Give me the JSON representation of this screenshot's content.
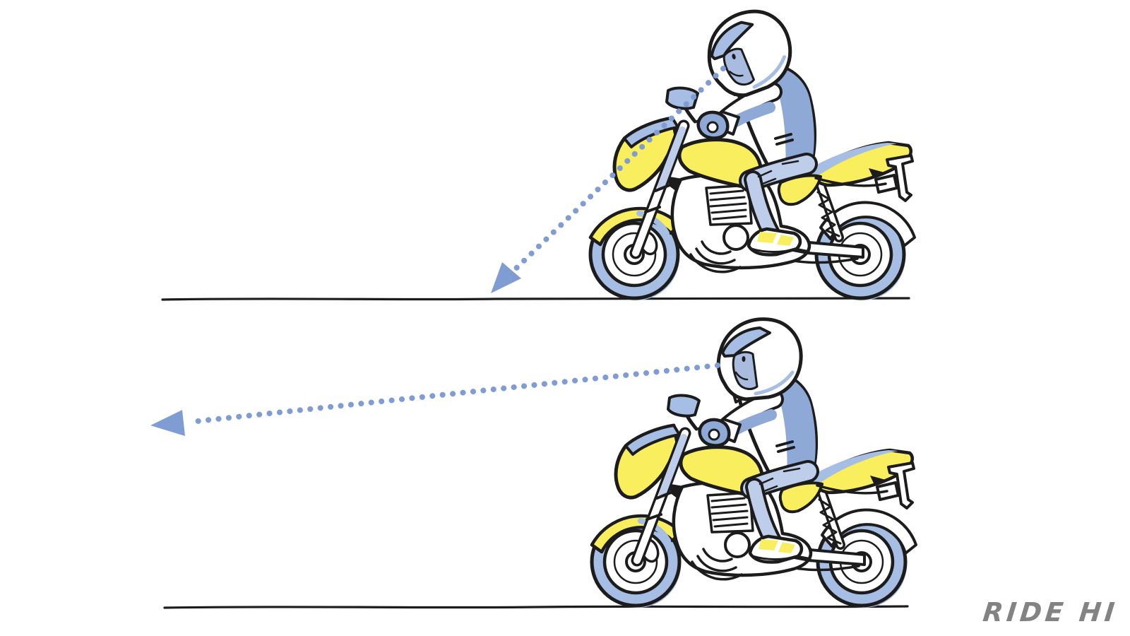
{
  "logo": {
    "text": "RIDE HI"
  },
  "illustration": {
    "subject": "motorcycle-rider-gaze-comparison",
    "scenes": [
      {
        "id": "top",
        "rider_gaze": "near",
        "gaze_arrow": "short dotted arrow from helmet visor down to the road just ahead of the front wheel"
      },
      {
        "id": "bottom",
        "rider_gaze": "far",
        "gaze_arrow": "long dotted arrow from helmet visor toward the far distance ahead"
      }
    ]
  },
  "colors": {
    "ink": "#1c1c1c",
    "blue": "#a6bee4",
    "blue_med": "#8fa9d7",
    "blue_light": "#bdcdea",
    "face": "#a9bcdf",
    "yellow": "#f8ee5e",
    "arrow": "#7f9dd3",
    "logo": "#838383",
    "background": "#ffffff"
  }
}
